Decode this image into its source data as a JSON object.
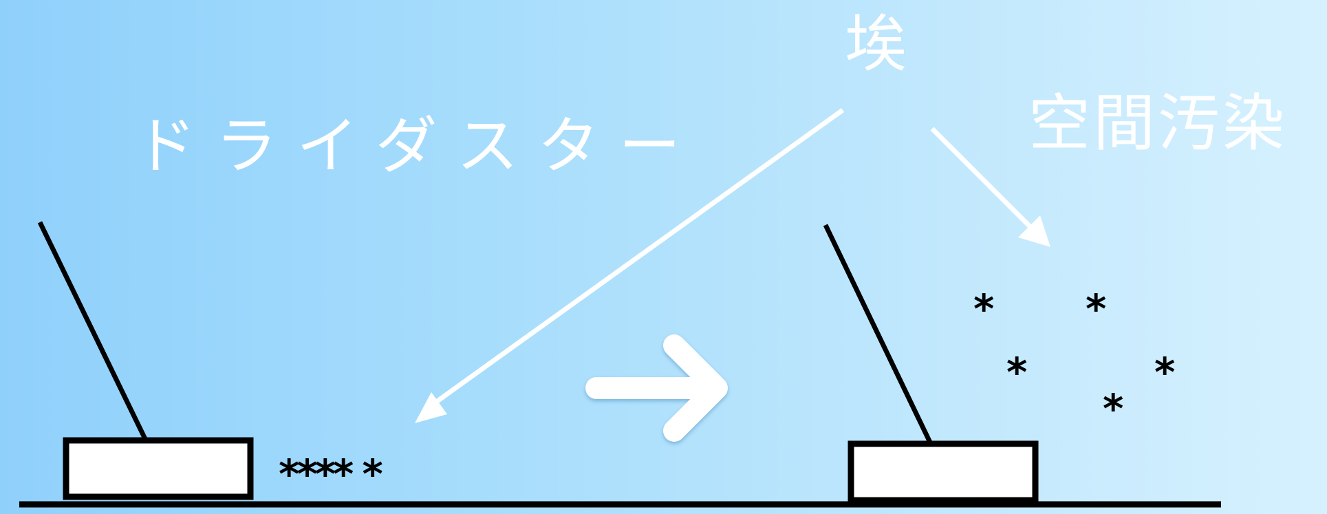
{
  "labels": {
    "dust": "埃",
    "dry_duster": "ドライダスター",
    "air_pollution": "空間汚染"
  },
  "dust_marks": {
    "row_left": "**** *",
    "scattered_symbol": "*"
  },
  "colors": {
    "background_left": "#8fd0fb",
    "background_right": "#d6f1fe",
    "arrow": "#ffffff",
    "label": "#ffffff",
    "ink": "#000000"
  }
}
